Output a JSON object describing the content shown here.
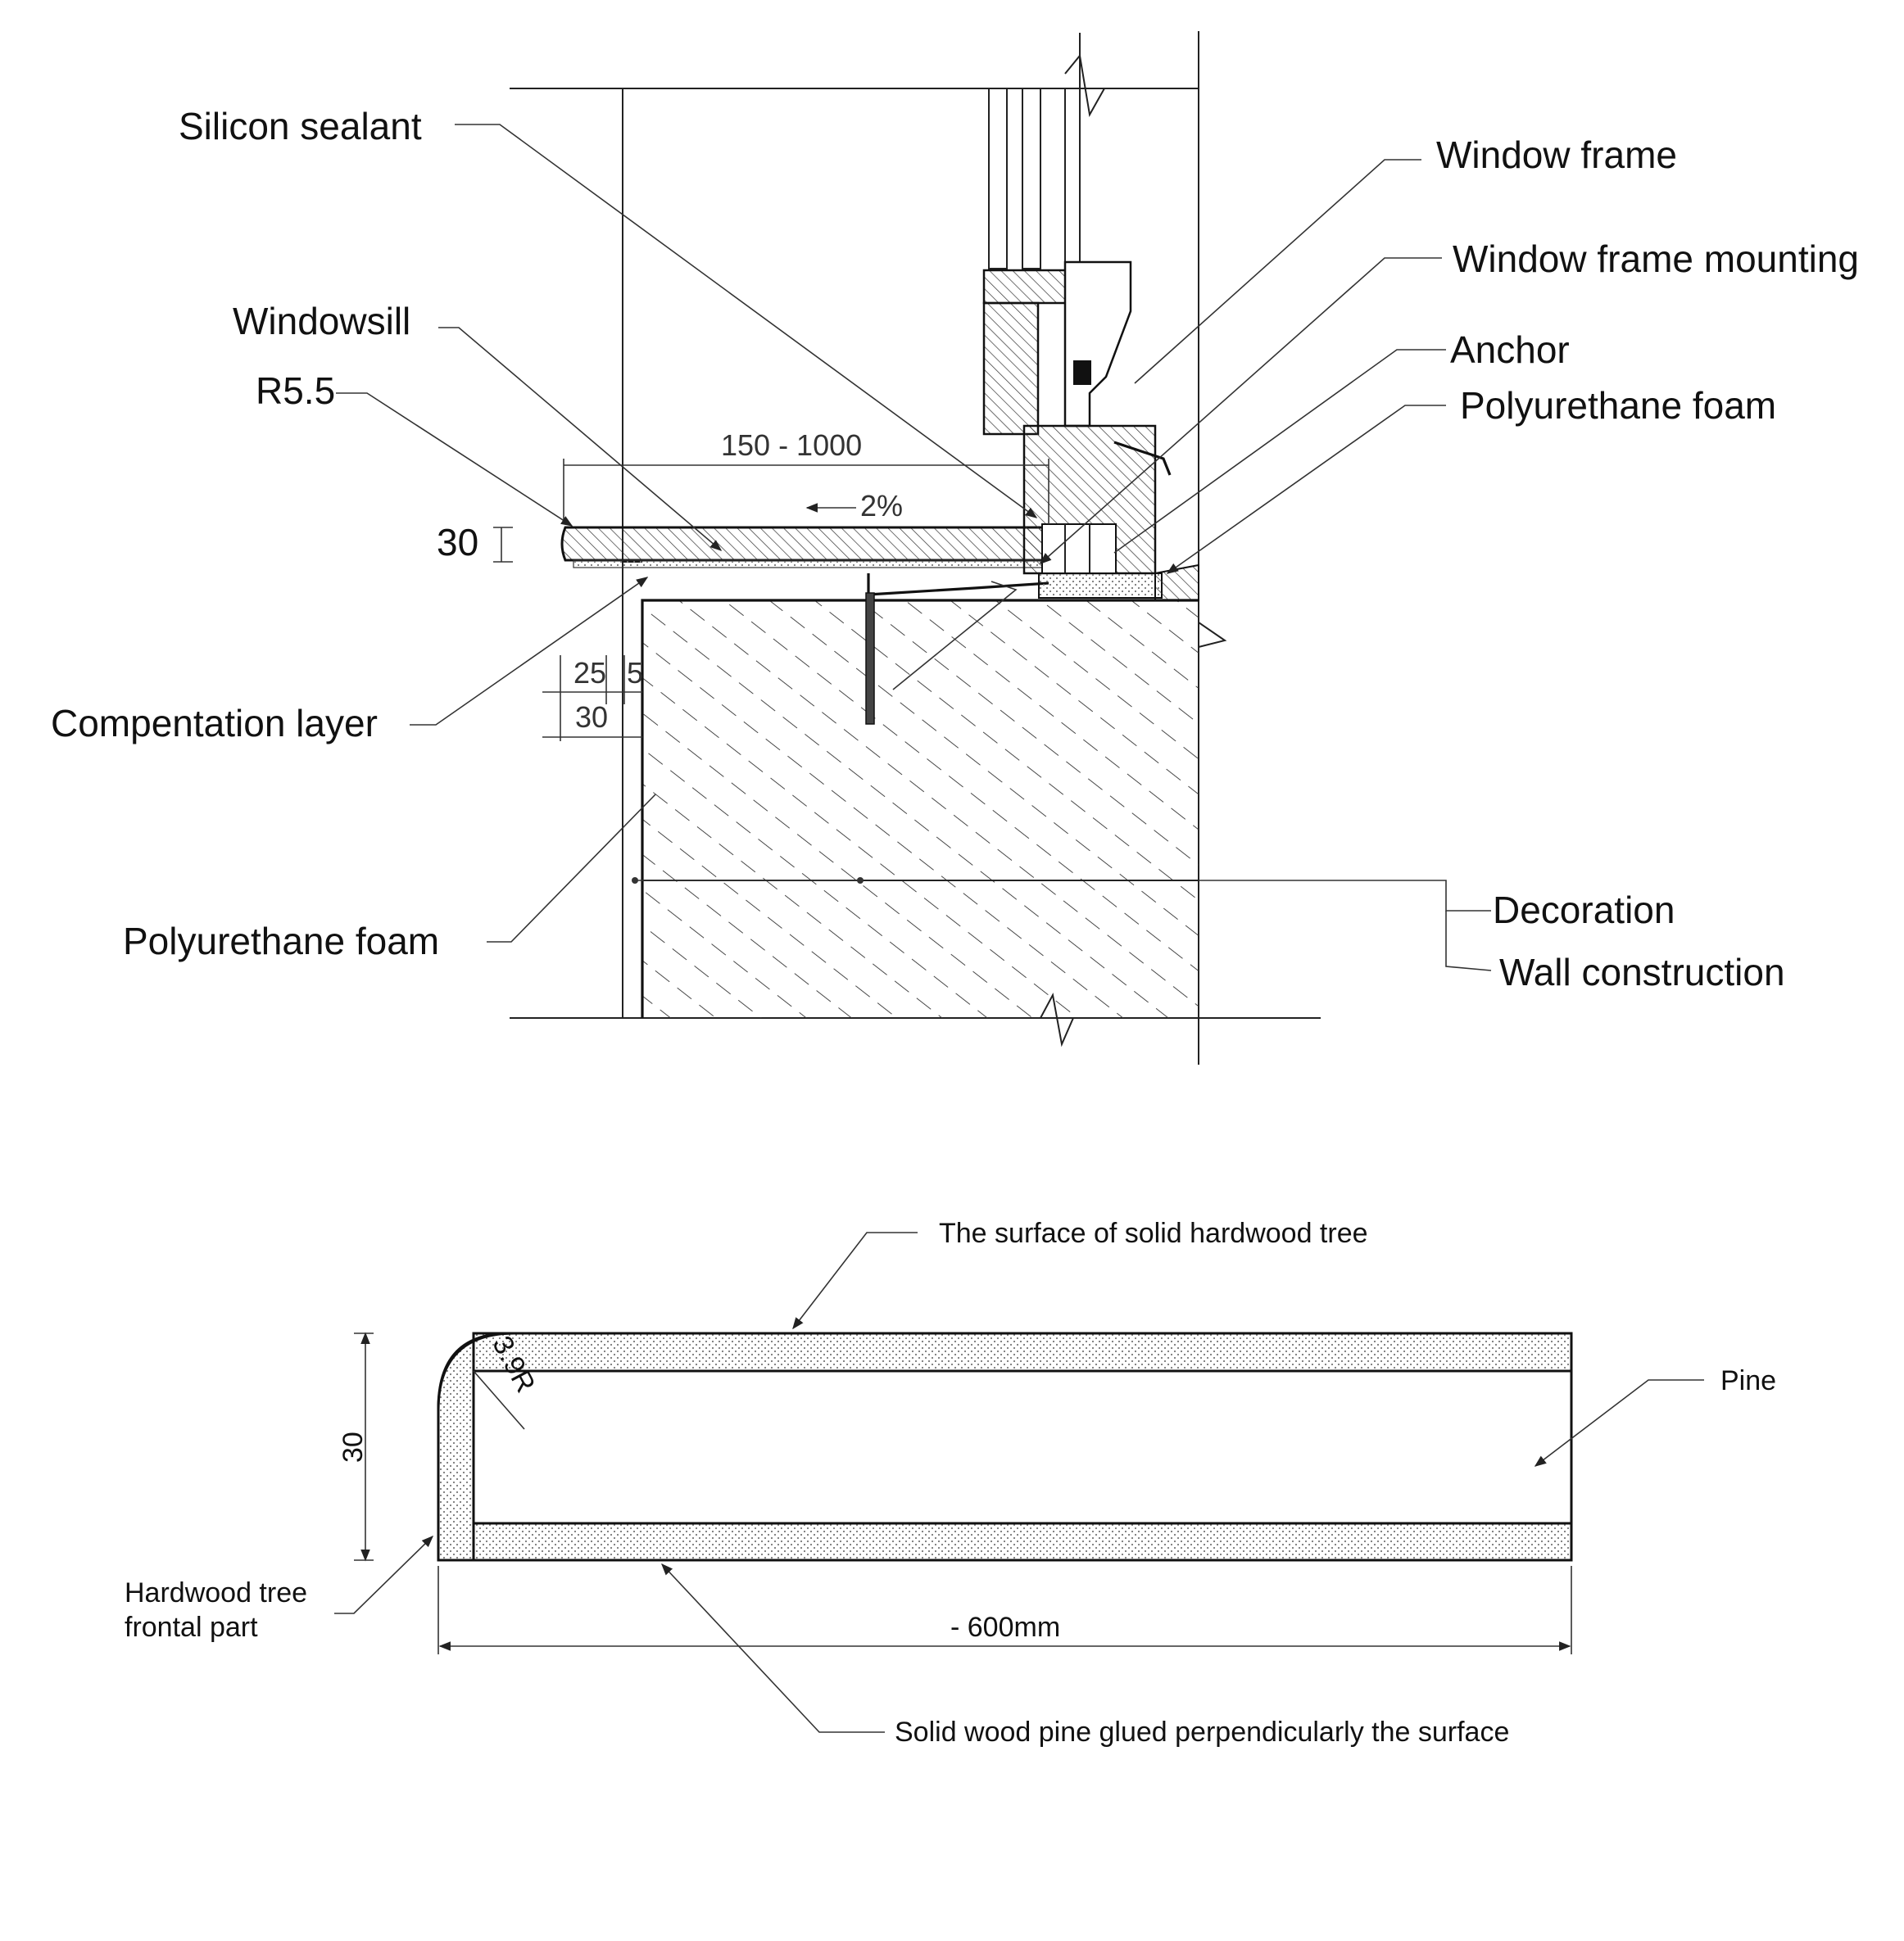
{
  "top_detail": {
    "labels": {
      "silicon_sealant": "Silicon sealant",
      "windowsill": "Windowsill",
      "radius": "R5.5",
      "thickness": "30",
      "compensation_layer": "Compentation layer",
      "polyurethane_foam_left": "Polyurethane foam",
      "window_frame": "Window frame",
      "window_frame_mounting": "Window frame mounting",
      "anchor": "Anchor",
      "polyurethane_foam_right": "Polyurethane foam",
      "decoration": "Decoration",
      "wall_construction": "Wall construction"
    },
    "dimensions": {
      "sill_depth": "150 - 1000",
      "slope": "2%",
      "d25": "25",
      "d5": "5",
      "d30": "30"
    }
  },
  "bottom_detail": {
    "labels": {
      "surface": "The surface of solid hardwood tree",
      "pine": "Pine",
      "front": [
        "Hardwood tree",
        "frontal part"
      ],
      "glued": "Solid wood pine glued perpendicularly the surface",
      "radius": "3.9R"
    },
    "dimensions": {
      "thickness": "30",
      "length": "- 600mm"
    }
  },
  "colors": {
    "line": "#222222",
    "background": "#ffffff",
    "dots": "#777777"
  }
}
